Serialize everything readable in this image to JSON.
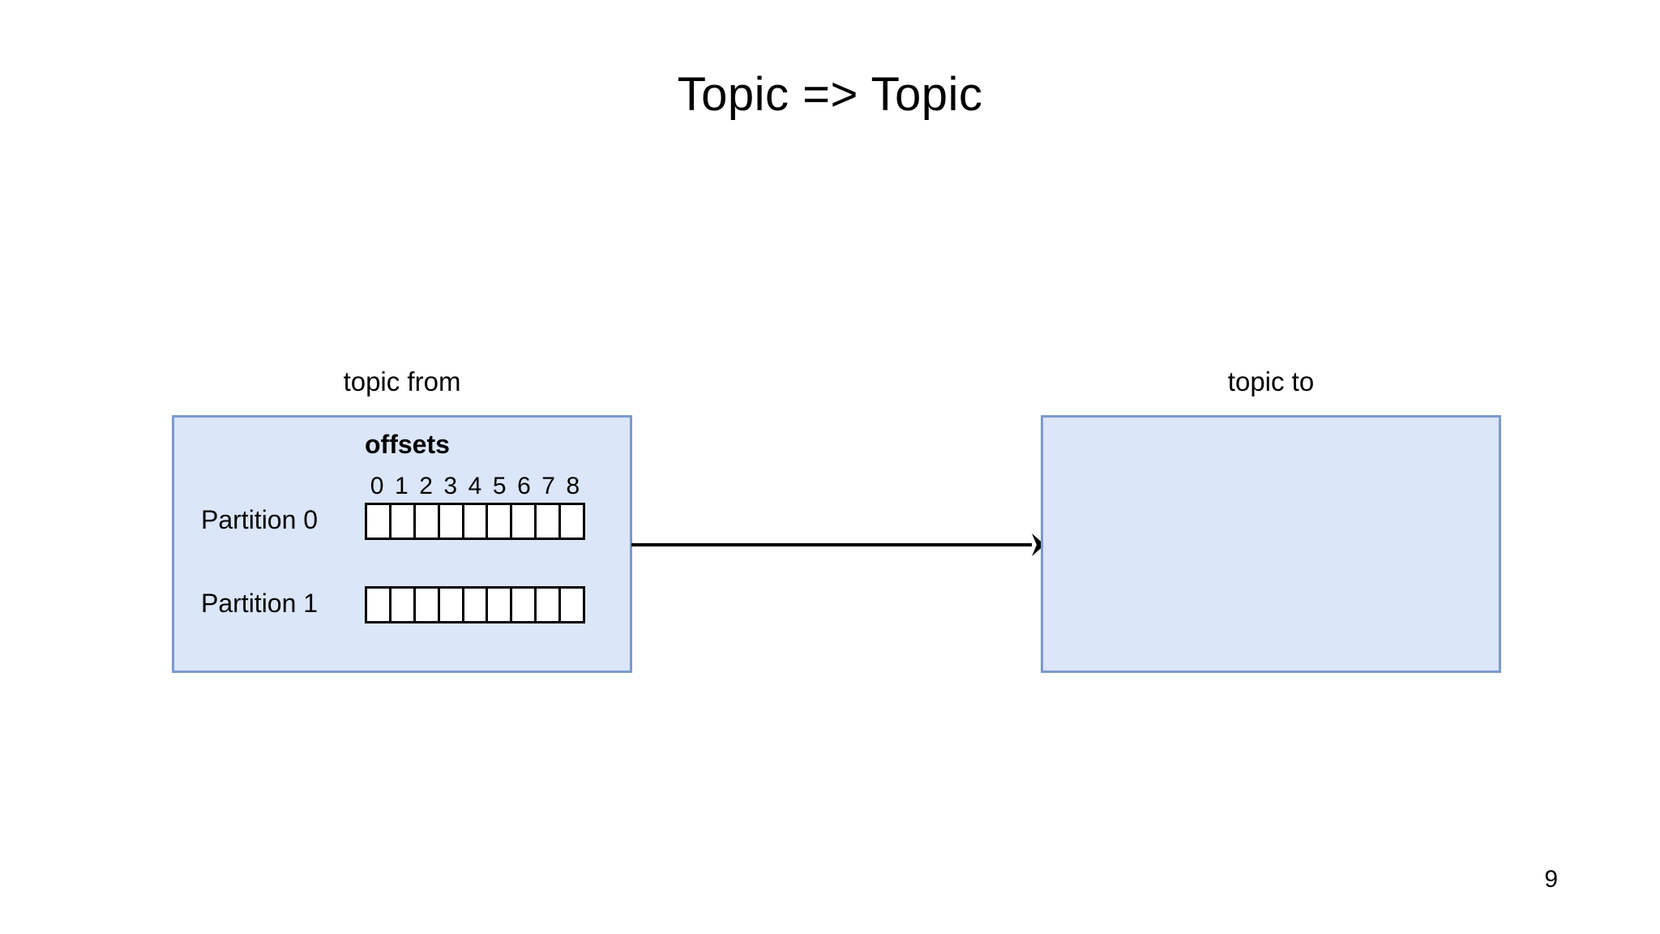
{
  "slide": {
    "title": "Topic => Topic",
    "page_number": "9",
    "background_color": "#ffffff"
  },
  "colors": {
    "box_fill": "#dce6f9",
    "box_border": "#7a9bcc",
    "cell_fill": "#ffffff",
    "cell_border": "#000000",
    "arrow": "#000000",
    "text": "#000000"
  },
  "source_topic": {
    "caption": "topic from",
    "offsets_heading": "offsets",
    "offsets": [
      "0",
      "1",
      "2",
      "3",
      "4",
      "5",
      "6",
      "7",
      "8"
    ],
    "partitions": [
      {
        "label": "Partition 0",
        "cell_count": 9,
        "cells": [
          "",
          "",
          "",
          "",
          "",
          "",
          "",
          "",
          ""
        ]
      },
      {
        "label": "Partition 1",
        "cell_count": 9,
        "cells": [
          "",
          "",
          "",
          "",
          "",
          "",
          "",
          "",
          ""
        ]
      }
    ]
  },
  "target_topic": {
    "caption": "topic to",
    "partitions": []
  },
  "connector": {
    "name": "arrow-source-to-target",
    "direction": "left-to-right",
    "label": ""
  }
}
